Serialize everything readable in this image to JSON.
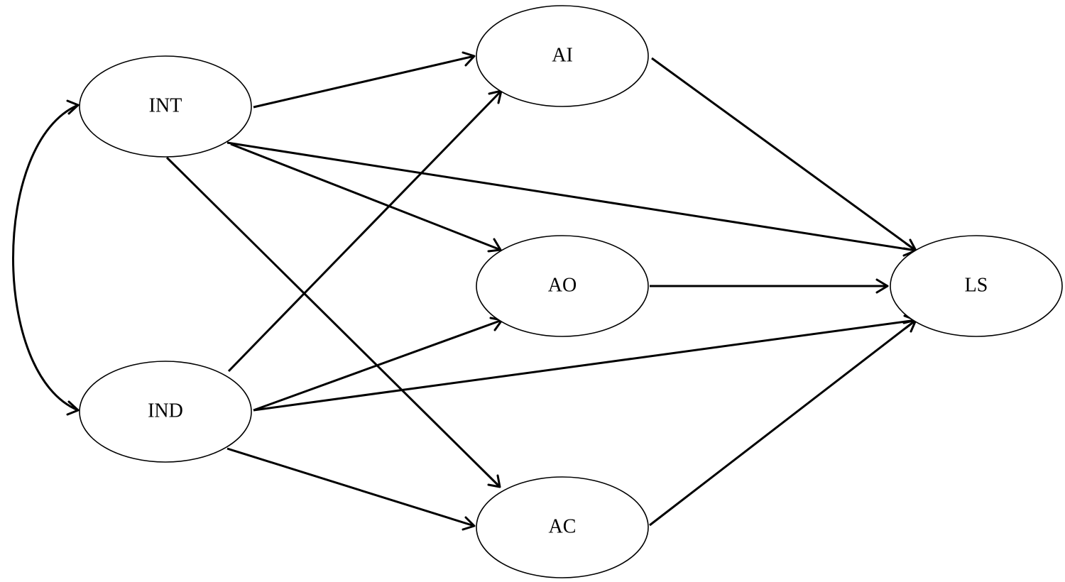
{
  "diagram": {
    "nodes": [
      {
        "id": "INT",
        "label": "INT"
      },
      {
        "id": "IND",
        "label": "IND"
      },
      {
        "id": "AI",
        "label": "AI"
      },
      {
        "id": "AO",
        "label": "AO"
      },
      {
        "id": "AC",
        "label": "AC"
      },
      {
        "id": "LS",
        "label": "LS"
      }
    ],
    "edges": [
      {
        "from": "INT",
        "to": "IND",
        "type": "covariance"
      },
      {
        "from": "INT",
        "to": "AI"
      },
      {
        "from": "INT",
        "to": "AO"
      },
      {
        "from": "INT",
        "to": "AC"
      },
      {
        "from": "INT",
        "to": "LS"
      },
      {
        "from": "IND",
        "to": "AI"
      },
      {
        "from": "IND",
        "to": "AO"
      },
      {
        "from": "IND",
        "to": "AC"
      },
      {
        "from": "IND",
        "to": "LS"
      },
      {
        "from": "AI",
        "to": "LS"
      },
      {
        "from": "AO",
        "to": "LS"
      },
      {
        "from": "AC",
        "to": "LS"
      }
    ]
  }
}
